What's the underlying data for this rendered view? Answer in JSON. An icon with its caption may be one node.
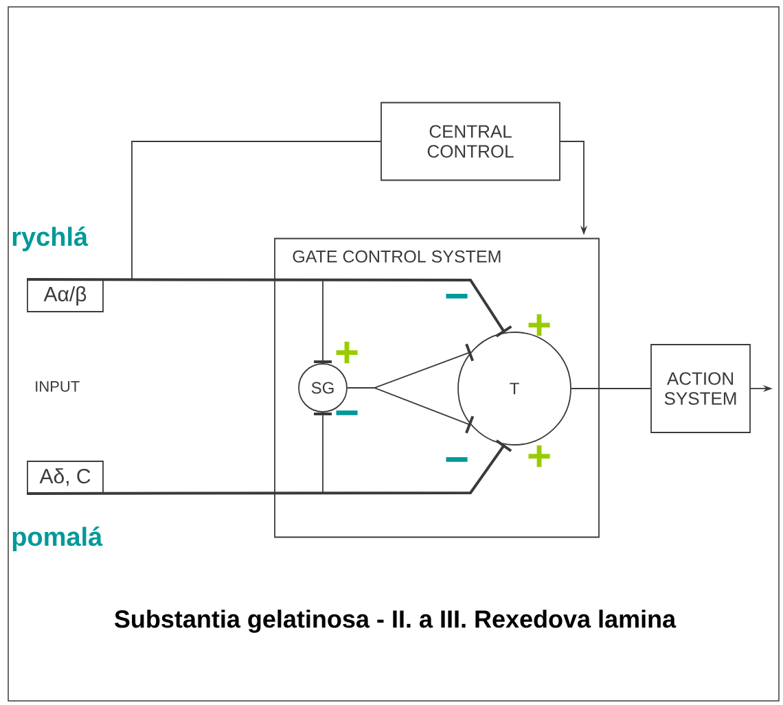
{
  "diagram": {
    "caption": "Substantia gelatinosa - II. a III. Rexedova lamina",
    "nodes": [
      {
        "text": [
          "CENTRAL CONTROL"
        ]
      },
      {
        "text": [
          "GATE CONTROL SYSTEM"
        ]
      },
      {
        "text": [
          "SG"
        ],
        "in": 1
      },
      {
        "text": [
          "T"
        ],
        "in": 1
      },
      {
        "text": [
          "ACTION SYSTEM"
        ]
      },
      {
        "text": [
          "Aα/β"
        ]
      },
      {
        "text": [
          "Aδ, C"
        ]
      }
    ],
    "edges": [
      {
        "from": 5,
        "to": 0,
        "arrow": "none"
      },
      {
        "from": 5,
        "to": 2,
        "arrow": "other"
      },
      {
        "from": 5,
        "to": 3,
        "arrow": "other",
        "style": "thick"
      },
      {
        "from": 6,
        "to": 2,
        "arrow": "other"
      },
      {
        "from": 6,
        "to": 3,
        "arrow": "other",
        "style": "thick"
      },
      {
        "from": 2,
        "to": 3,
        "arrow": "other"
      },
      {
        "from": 2,
        "to": 3,
        "arrow": "other"
      },
      {
        "from": 0,
        "to": 1,
        "arrow": "to"
      },
      {
        "from": 3,
        "to": 4,
        "arrow": "none"
      },
      {
        "from": 4,
        "to": null,
        "arrow": "to"
      }
    ],
    "labels": [
      "rychlá",
      "−",
      "+",
      "+",
      "INPUT",
      "−",
      "+",
      "−",
      "pomalá"
    ]
  }
}
